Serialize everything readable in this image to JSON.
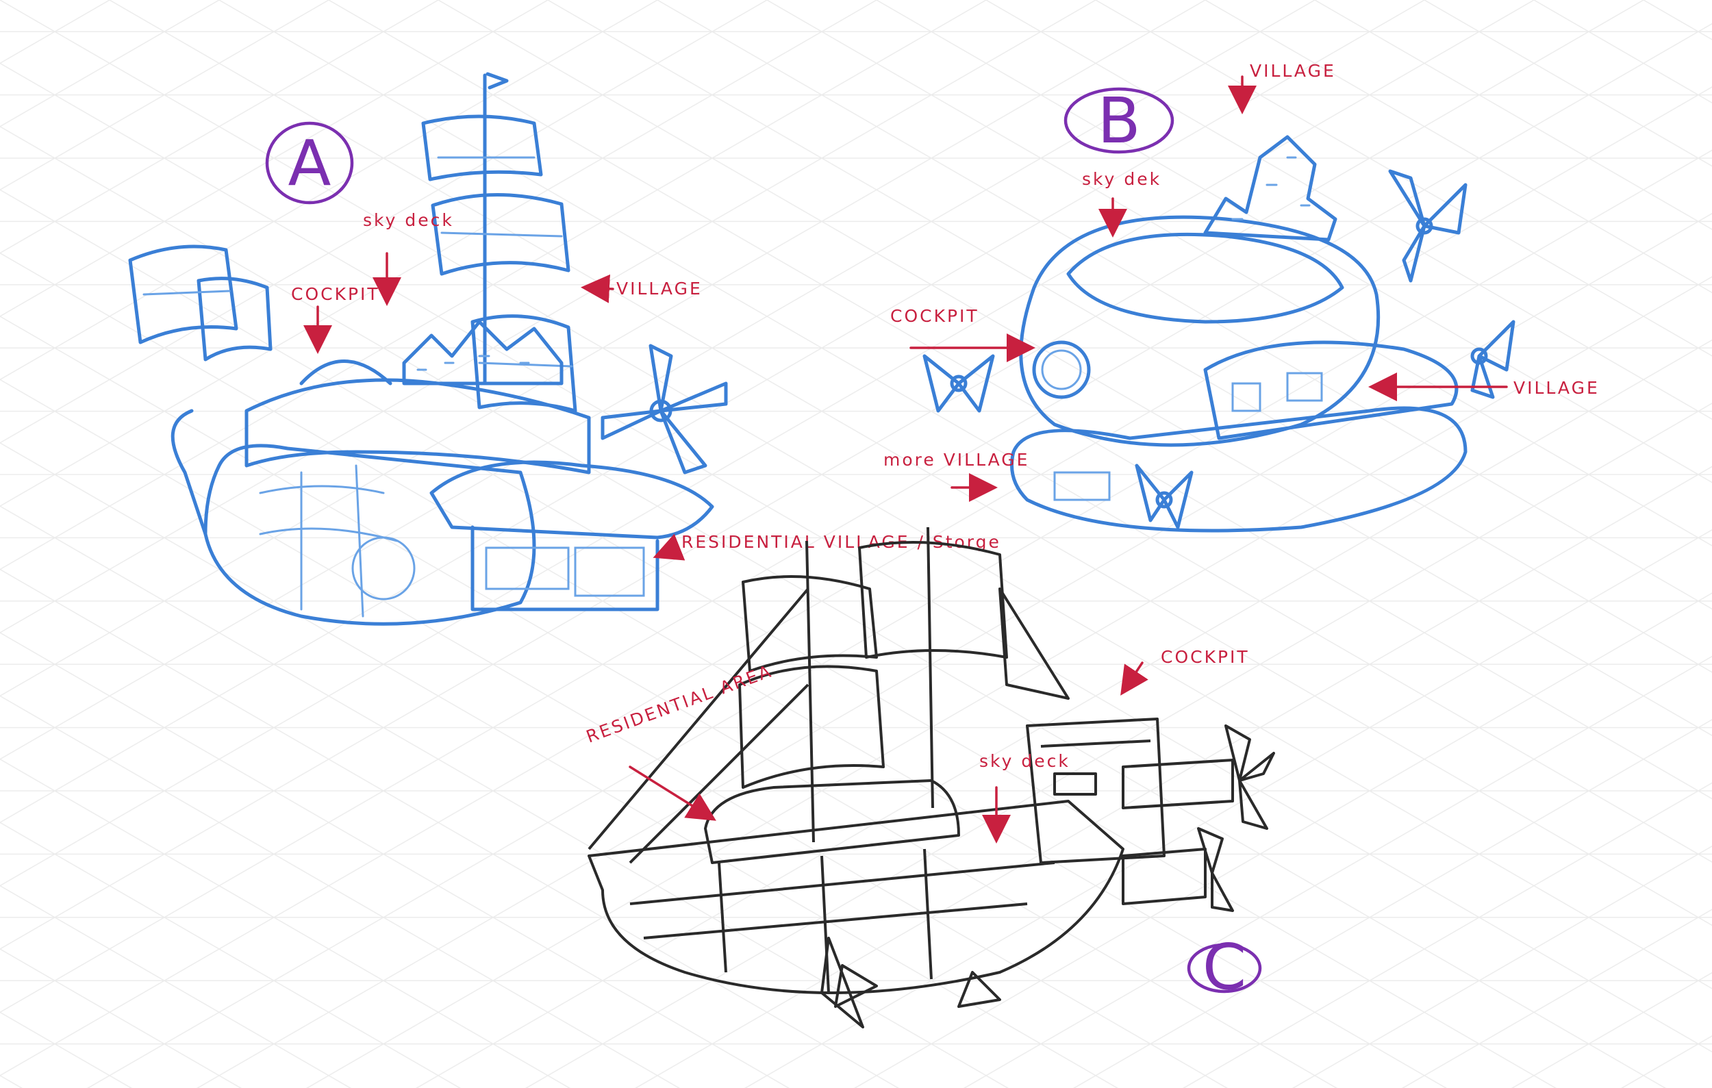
{
  "sketches": {
    "a": {
      "letter": "A",
      "labels": {
        "sky_deck": "sky deck",
        "cockpit": "COCKPIT",
        "village": "VILLAGE",
        "residential": "RESIDENTIAL VILLAGE / Storge"
      }
    },
    "b": {
      "letter": "B",
      "labels": {
        "village_top": "VILLAGE",
        "sky_deck": "sky dek",
        "cockpit": "COCKPIT",
        "village_right": "VILLAGE",
        "more_village": "more VILLAGE"
      }
    },
    "c": {
      "letter": "C",
      "labels": {
        "cockpit": "COCKPIT",
        "residential": "RESIDENTIAL AREA",
        "sky_deck": "sky deck"
      }
    }
  },
  "colors": {
    "annotation": "#c8203f",
    "letter": "#7b2fb0",
    "sketch_blue": "#3a7fd6",
    "ink": "#2a2a2a",
    "grid": "#ececec"
  }
}
